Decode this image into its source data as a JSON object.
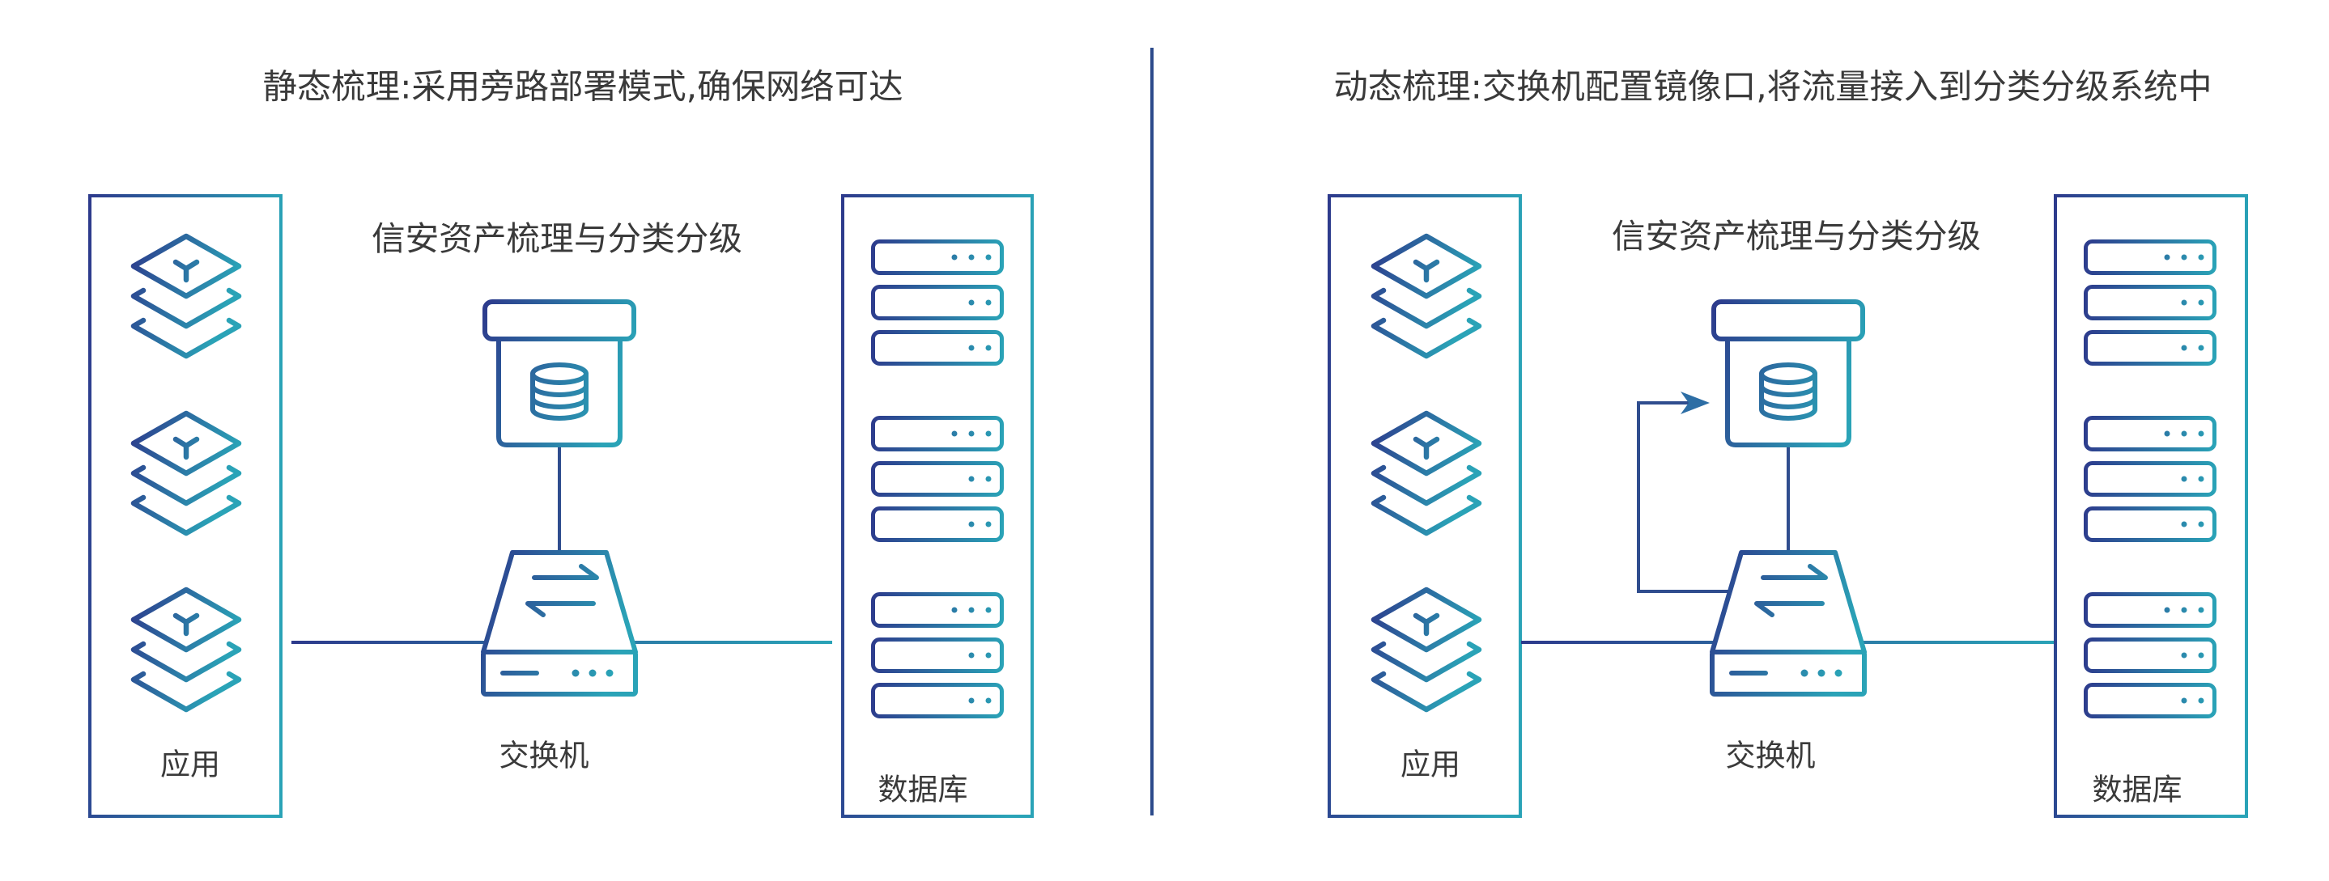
{
  "panels": [
    {
      "title": "静态梳理:采用旁路部署模式,确保网络可达",
      "system_label": "信安资产梳理与分类分级",
      "app_label": "应用",
      "switch_label": "交换机",
      "database_label": "数据库"
    },
    {
      "title": "动态梳理:交换机配置镜像口,将流量接入到分类分级系统中",
      "system_label": "信安资产梳理与分类分级",
      "app_label": "应用",
      "switch_label": "交换机",
      "database_label": "数据库"
    }
  ],
  "icons": {
    "application": "app-layers-icon",
    "classification_system": "database-appliance-icon",
    "switch": "network-switch-icon",
    "database_server": "server-rack-unit-icon",
    "mirror_traffic": "mirror-arrow-icon"
  },
  "colors": {
    "gradient_start": "#2d3a8c",
    "gradient_end": "#2aa3b7",
    "divider": "#2c4a8b",
    "connector": "#2f4d8e",
    "mirror_arrowhead": "#2d6ea5",
    "text": "#3a3a3a"
  }
}
